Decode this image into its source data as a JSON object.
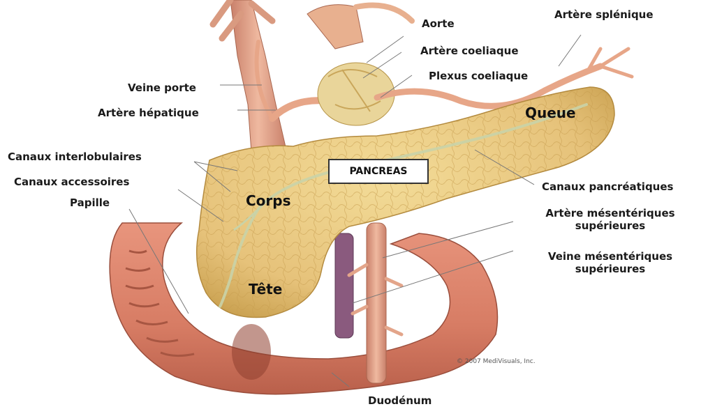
{
  "labels": {
    "aorte": "Aorte",
    "artere_splenique": "Artère splénique",
    "artere_coeliaque": "Artère coeliaque",
    "plexus_coeliaque": "Plexus coeliaque",
    "veine_porte": "Veine porte",
    "artere_hepatique": "Artère hépatique",
    "queue": "Queue",
    "canaux_interlobulaires": "Canaux  interlobulaires",
    "canaux_accessoires": "Canaux accessoires",
    "papille": "Papille",
    "corps": "Corps",
    "tete": "Tête",
    "pancreas": "PANCREAS",
    "canaux_pancreatiques": "Canaux  pancréatiques",
    "artere_mesenterique_l1": "Artère mésentériques",
    "artere_mesenterique_l2": "supérieures",
    "veine_mesenterique_l1": "Veine mésentériques",
    "veine_mesenterique_l2": "supérieures",
    "duodenum": "Duodénum"
  },
  "copyright": "© 2007 MediVisuals, Inc.",
  "colors": {
    "pancreas": "#e9c77a",
    "pancreas_shadow": "#c9a04f",
    "duodenum": "#d9816a",
    "duodenum_dark": "#b35b48",
    "vessel": "#e3a58a",
    "vein": "#8a5a7e",
    "duct": "#cfd8b0",
    "leader": "#777777"
  }
}
